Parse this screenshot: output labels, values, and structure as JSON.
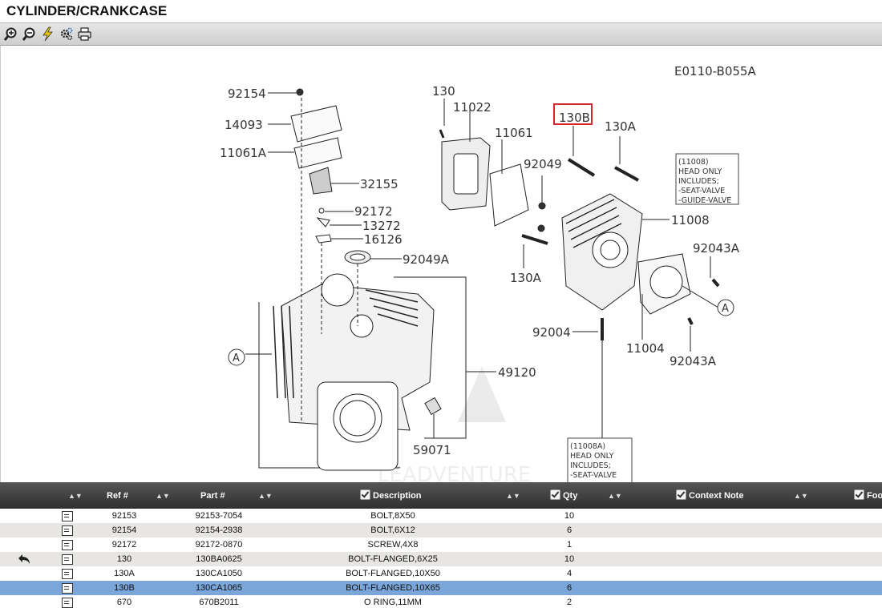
{
  "window": {
    "title": "CYLINDER/CRANKCASE"
  },
  "toolbar": {
    "icons": [
      "zoom-in-icon",
      "zoom-out-icon",
      "lightning-icon",
      "settings-icon",
      "print-icon"
    ]
  },
  "diagram": {
    "code": "E0110-B055A",
    "labels": [
      "92154",
      "14093",
      "11061A",
      "32155",
      "92172",
      "13272",
      "16126",
      "92049A",
      "130",
      "11022",
      "11061",
      "92049",
      "130B",
      "130A",
      "11008",
      "92043A",
      "130A",
      "92004",
      "11004",
      "92043A",
      "49120",
      "59071",
      "A",
      "A"
    ],
    "note1": [
      "(11008)",
      "HEAD ONLY",
      "INCLUDES;",
      "-SEAT-VALVE",
      "-GUIDE-VALVE"
    ],
    "note2": [
      "(11008A)",
      "HEAD ONLY",
      "INCLUDES;",
      "-SEAT-VALVE"
    ],
    "highlight_color": "#d9262c"
  },
  "grid": {
    "columns": [
      "Ref #",
      "Part #",
      "Description",
      "Qty",
      "Context Note",
      "Foo"
    ],
    "rows": [
      {
        "ref": "92153",
        "part": "92153-7054",
        "desc": "BOLT,8X50",
        "qty": "10"
      },
      {
        "ref": "92154",
        "part": "92154-2938",
        "desc": "BOLT,6X12",
        "qty": "6"
      },
      {
        "ref": "92172",
        "part": "92172-0870",
        "desc": "SCREW,4X8",
        "qty": "1"
      },
      {
        "ref": "130",
        "part": "130BA0625",
        "desc": "BOLT-FLANGED,6X25",
        "qty": "10"
      },
      {
        "ref": "130A",
        "part": "130CA1050",
        "desc": "BOLT-FLANGED,10X50",
        "qty": "4"
      },
      {
        "ref": "130B",
        "part": "130CA1065",
        "desc": "BOLT-FLANGED,10X65",
        "qty": "6"
      },
      {
        "ref": "670",
        "part": "670B2011",
        "desc": "O RING,11MM",
        "qty": "2"
      }
    ],
    "selected_color": "#7aa6d9"
  }
}
